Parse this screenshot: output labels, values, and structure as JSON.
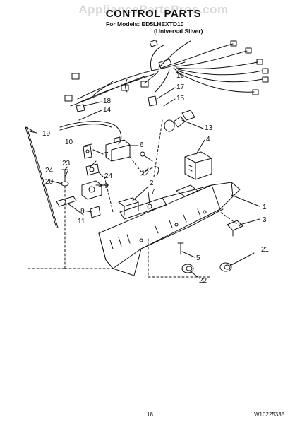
{
  "watermark": "AppliancePartsPros.com",
  "title": "CONTROL PARTS",
  "models_line": "For Models: ED5LHEXTD10",
  "color_note": "(Universal Silver)",
  "page_number": "18",
  "document_number": "W10225335",
  "callouts": {
    "c1": "1",
    "c2": "2",
    "c3": "3",
    "c4": "4",
    "c5": "5",
    "c6": "6",
    "c7a": "7",
    "c7b": "7",
    "c8": "8",
    "c9": "9",
    "c10": "10",
    "c11": "11",
    "c12": "12",
    "c13": "13",
    "c14": "14",
    "c15": "15",
    "c16": "16",
    "c17": "17",
    "c18": "18",
    "c19": "19",
    "c20": "20",
    "c21": "21",
    "c22": "22",
    "c23": "23",
    "c24a": "24",
    "c24b": "24"
  },
  "colors": {
    "ink": "#111111",
    "watermark": "#d9d9d9",
    "background": "#ffffff"
  }
}
